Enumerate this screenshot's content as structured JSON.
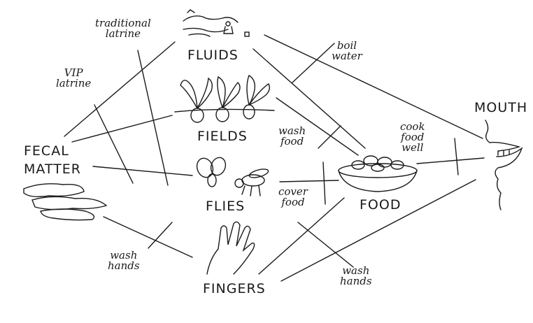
{
  "nodes": {
    "fecal_matter_line1": "FECAL",
    "fecal_matter_line2": "MATTER",
    "fluids": "FLUIDS",
    "fields": "FIELDS",
    "flies": "FLIES",
    "fingers": "FINGERS",
    "food": "FOOD",
    "mouth": "MOUTH"
  },
  "barriers": {
    "traditional_latrine_1": "traditional",
    "traditional_latrine_2": "latrine",
    "vip_latrine_1": "VIP",
    "vip_latrine_2": "latrine",
    "boil_water_1": "boil",
    "boil_water_2": "water",
    "wash_food_1": "wash",
    "wash_food_2": "food",
    "cover_food_1": "cover",
    "cover_food_2": "food",
    "cook_food_1": "cook",
    "cook_food_2": "food",
    "cook_food_3": "well",
    "wash_hands_left_1": "wash",
    "wash_hands_left_2": "hands",
    "wash_hands_right_1": "wash",
    "wash_hands_right_2": "hands"
  }
}
